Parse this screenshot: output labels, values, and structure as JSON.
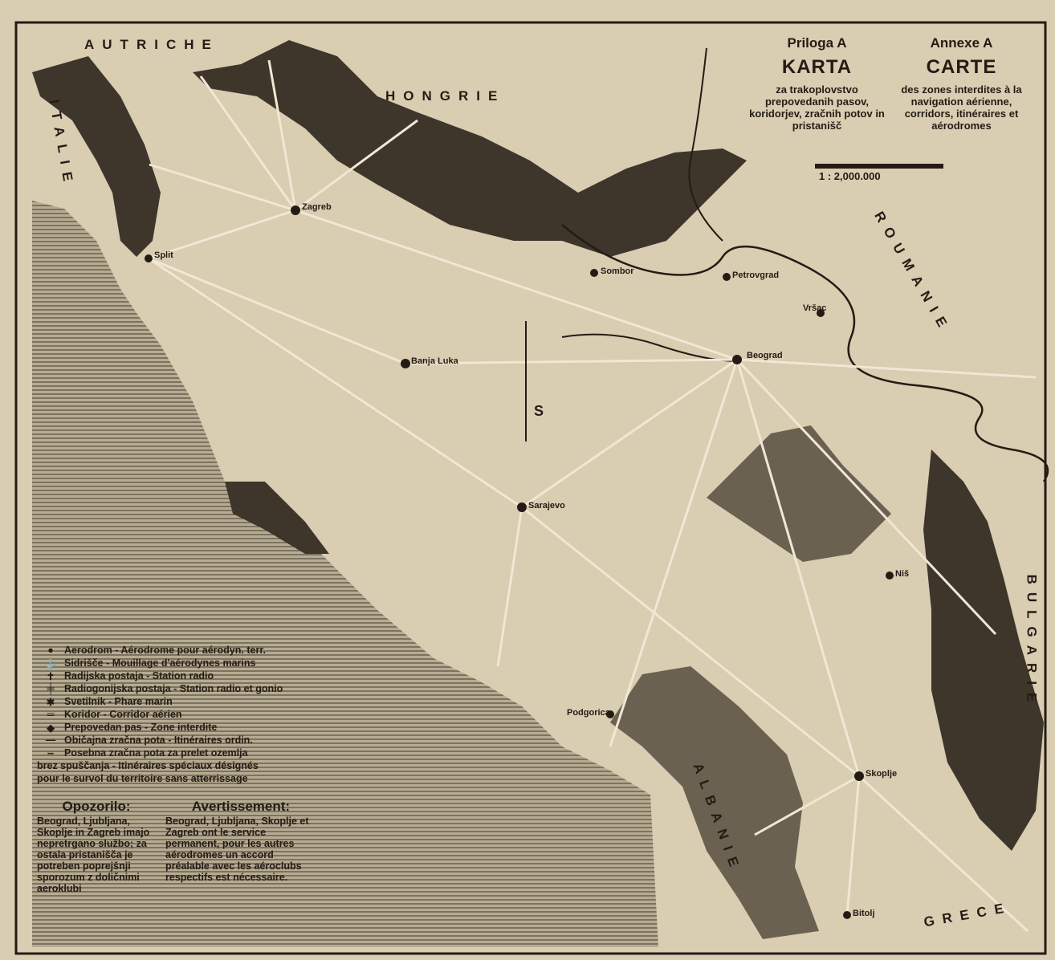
{
  "title": {
    "annex_sl": "Priloga A",
    "annex_fr": "Annexe A",
    "heading_sl": "KARTA",
    "heading_fr": "CARTE",
    "desc_sl": "za trakoplovstvo prepovedanih pasov, koridorjev, zračnih potov in pristanišč",
    "desc_fr": "des zones interdites à la navigation aérienne, corridors, itinéraires et aérodromes",
    "scale": "1 : 2,000.000"
  },
  "countries": {
    "austria": "AUTRICHE",
    "hungary": "HONGRIE",
    "romania": "ROUMANIE",
    "italy": "ITALIE",
    "bulgaria": "BULGARIE",
    "albania": "ALBANIE",
    "greece": "GRECE"
  },
  "cities": {
    "zagreb": "Zagreb",
    "beograd": "Beograd",
    "banja_luka": "Banja Luka",
    "sarajevo": "Sarajevo",
    "skoplje": "Skoplje",
    "sombor": "Sombor",
    "petrovgrad": "Petrovgrad",
    "vrsac": "Vršac",
    "split": "Split",
    "nis": "Niš",
    "podgorica": "Podgorica",
    "bitolj": "Bitolj"
  },
  "legend": [
    {
      "icon": "aerodrome-icon",
      "text": "Aerodrom - Aérodrome pour aérodyn. terr."
    },
    {
      "icon": "anchorage-icon",
      "text": "Sidrišče - Mouillage d'aérodynes marins"
    },
    {
      "icon": "radio-station-icon",
      "text": "Radijska postaja - Station radio"
    },
    {
      "icon": "radio-gonio-icon",
      "text": "Radiogonijska postaja - Station radio et gonio"
    },
    {
      "icon": "lighthouse-icon",
      "text": "Svetilnik - Phare marin"
    },
    {
      "icon": "corridor-icon",
      "text": "Koridor - Corridor aérien"
    },
    {
      "icon": "prohibited-zone-icon",
      "text": "Prepovedan pas - Zone interdite"
    },
    {
      "icon": "ordinary-route-icon",
      "text": "Običajna zračna pota - Itinéraires ordin."
    },
    {
      "icon": "special-route-icon",
      "text": "Posebna zračna pota za prelet ozemlja"
    }
  ],
  "legend_continuation": [
    "brez spuščanja - Itinéraires spéciaux désignés",
    "pour le survol du territoire sans atterrissage"
  ],
  "notice_sl": {
    "heading": "Opozorilo:",
    "text": "Beograd, Ljubljana, Skoplje in Zagreb imajo nepretrgano službo; za ostala pristanišča je potreben poprejšnji sporozum z doličnimi aeroklubi"
  },
  "notice_fr": {
    "heading": "Avertissement:",
    "text": "Beograd, Ljubljana, Skoplje et Zagreb ont le service permanent, pour les autres aérodromes un accord préalable avec les aéroclubs respectifs est nécessaire."
  },
  "north_label": "S",
  "colors": {
    "paper": "#d9cdb2",
    "ink": "#241c14",
    "dark_zone": "#3e352b",
    "sea": "#8f8572",
    "corridor": "#6a6150"
  }
}
